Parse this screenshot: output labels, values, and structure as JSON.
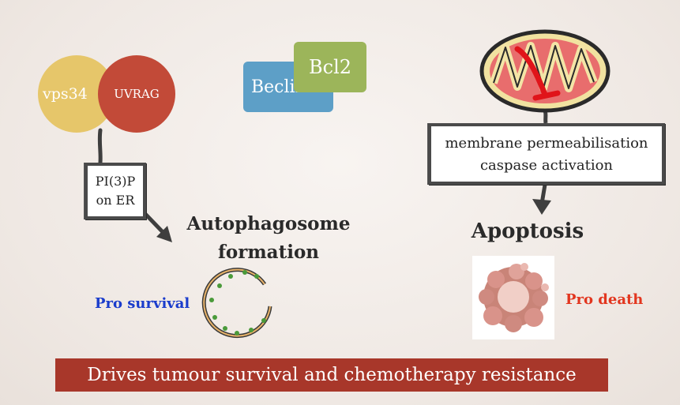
{
  "complex": {
    "vps34_label": "vps34",
    "uvrag_label": "UVRAG",
    "beclin_label": "Beclin1",
    "bcl2_label": "Bcl2"
  },
  "pi3p_box": {
    "line1": "PI(3)P",
    "line2": "on ER"
  },
  "autophagosome": {
    "line1": "Autophagosome",
    "line2": "formation"
  },
  "pro_survival": "Pro survival",
  "mitochondria_box": {
    "line1": "membrane permeabilisation",
    "line2": "caspase activation"
  },
  "apoptosis": "Apoptosis",
  "pro_death": "Pro death",
  "banner": "Drives tumour survival and chemotherapy resistance",
  "colors": {
    "vps34": "#e6c66a",
    "uvrag": "#c24a38",
    "beclin": "#5d9fc7",
    "bcl2": "#9cb55a",
    "banner": "#a8372a",
    "pro_survival": "#1a3ccc",
    "pro_death": "#e2361f"
  }
}
